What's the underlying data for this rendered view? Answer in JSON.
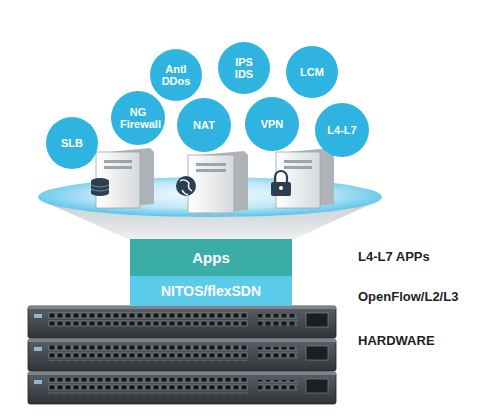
{
  "diagram": {
    "nodes": [
      {
        "text": [
          "Antl DDos"
        ]
      },
      {
        "text": [
          "IPS IDS"
        ]
      },
      {
        "text": [
          "LCM"
        ]
      },
      {
        "text": [
          "SLB"
        ]
      },
      {
        "text": [
          "NG Firewall"
        ]
      },
      {
        "text": [
          "NAT"
        ]
      },
      {
        "text": [
          "VPN"
        ]
      },
      {
        "text": [
          "L4-L7"
        ]
      },
      {
        "text": [
          "Apps"
        ]
      },
      {
        "text": [
          "NITOS/flexSDN"
        ]
      }
    ],
    "labels": [
      "L4-L7 APPs",
      "OpenFlow/L2/L3",
      "HARDWARE"
    ]
  }
}
